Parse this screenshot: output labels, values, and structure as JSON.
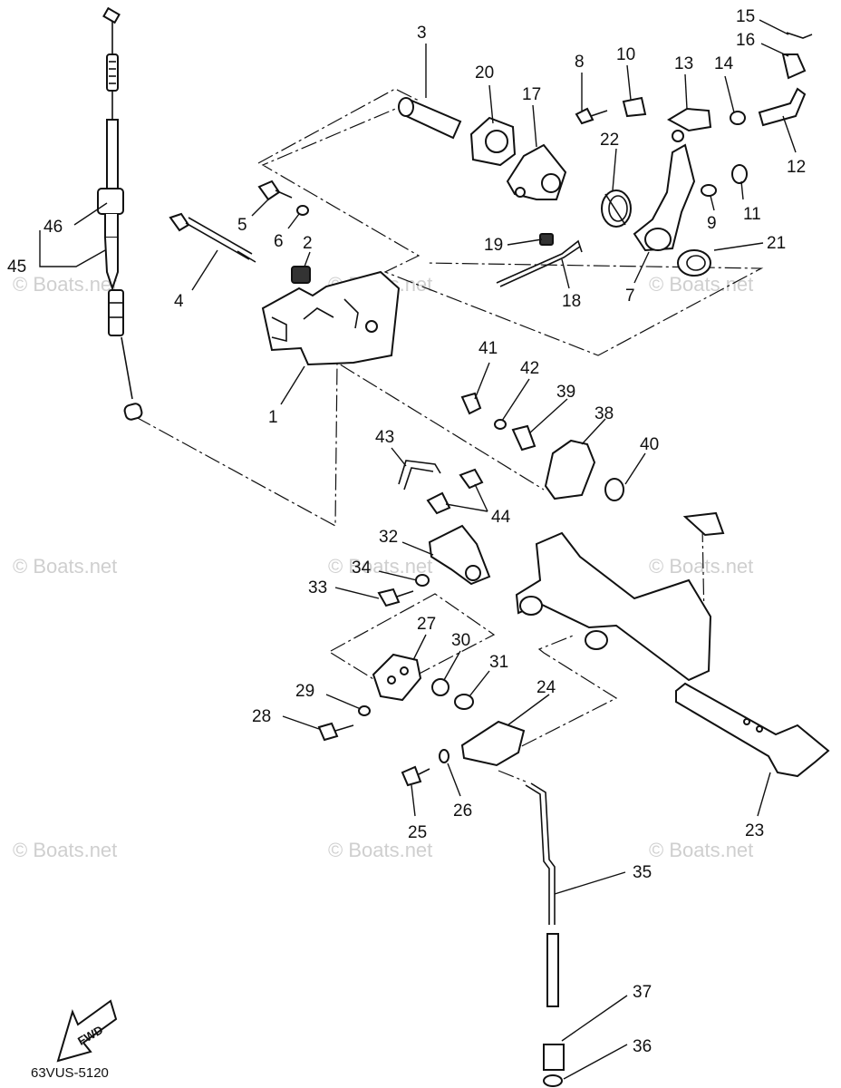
{
  "diagram": {
    "code": "63VUS-5120",
    "fwd_label": "FWD",
    "watermark": "© Boats.net",
    "callouts": [
      "1",
      "2",
      "3",
      "4",
      "5",
      "6",
      "7",
      "8",
      "9",
      "10",
      "11",
      "12",
      "13",
      "14",
      "15",
      "16",
      "17",
      "18",
      "19",
      "20",
      "21",
      "22",
      "23",
      "24",
      "25",
      "26",
      "27",
      "28",
      "29",
      "30",
      "31",
      "32",
      "33",
      "34",
      "35",
      "36",
      "37",
      "38",
      "39",
      "40",
      "41",
      "42",
      "43",
      "44",
      "45",
      "46"
    ]
  }
}
